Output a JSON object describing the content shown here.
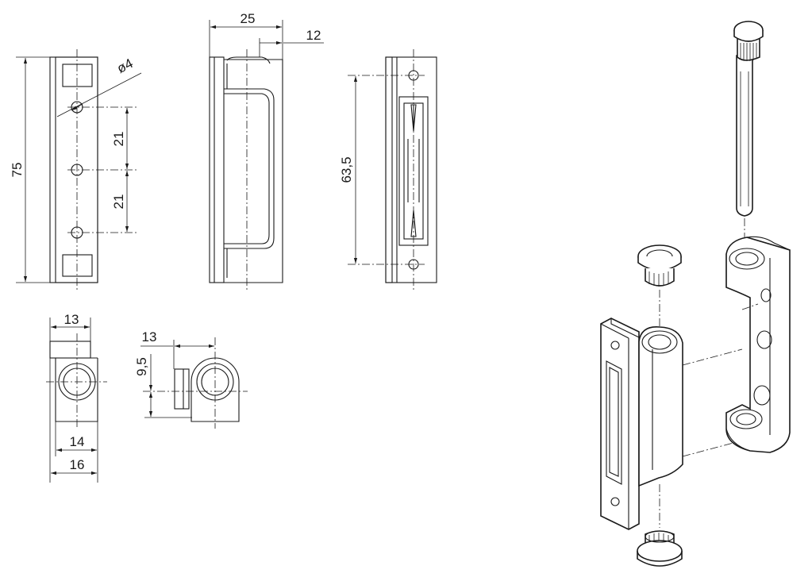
{
  "dimensions": {
    "front_height": "75",
    "hole_diameter": "ø4",
    "pitch_upper": "21",
    "pitch_lower": "21",
    "side_width": "25",
    "side_offset": "12",
    "rear_hole_spacing": "63,5",
    "plan_top_width": "13",
    "plan_inner_width": "14",
    "plan_overall_width": "16",
    "plan2_width": "13",
    "plan2_offset": "9,5"
  }
}
